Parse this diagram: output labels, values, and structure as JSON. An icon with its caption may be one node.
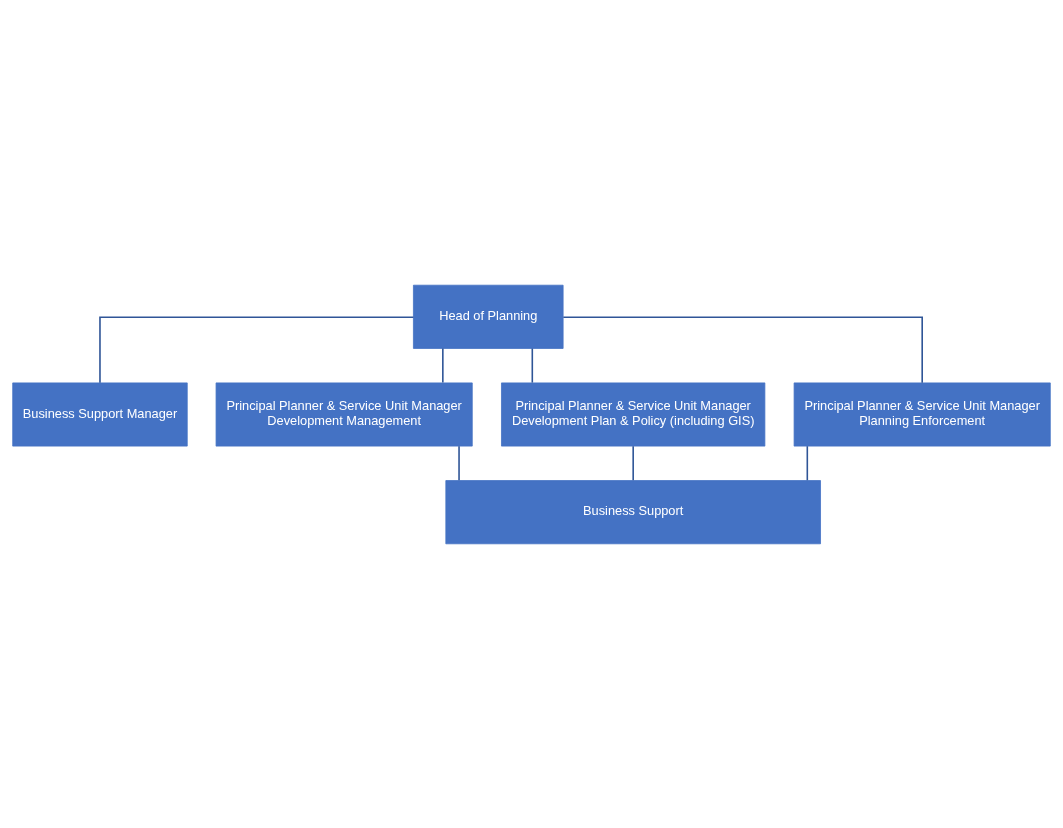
{
  "diagram": {
    "nodes": [
      {
        "text": [
          "Head of Planning"
        ]
      },
      {
        "text": [
          "Business Support Manager"
        ]
      },
      {
        "text": [
          "Principal Planner & Service Unit Manager",
          "Development Management"
        ]
      },
      {
        "text": [
          "Principal Planner & Service Unit Manager",
          "Development Plan & Policy (including GIS)"
        ]
      },
      {
        "text": [
          "Principal Planner & Service Unit Manager",
          "Planning Enforcement"
        ]
      },
      {
        "text": [
          "Business Support"
        ]
      }
    ],
    "edges": [
      {
        "from": 0,
        "to": 1,
        "arrow": "none"
      },
      {
        "from": 0,
        "to": 2,
        "arrow": "none"
      },
      {
        "from": 0,
        "to": 3,
        "arrow": "none"
      },
      {
        "from": 0,
        "to": 4,
        "arrow": "none"
      },
      {
        "from": 2,
        "to": 5,
        "arrow": "none"
      },
      {
        "from": 3,
        "to": 5,
        "arrow": "none"
      },
      {
        "from": 4,
        "to": 5,
        "arrow": "none"
      }
    ]
  }
}
